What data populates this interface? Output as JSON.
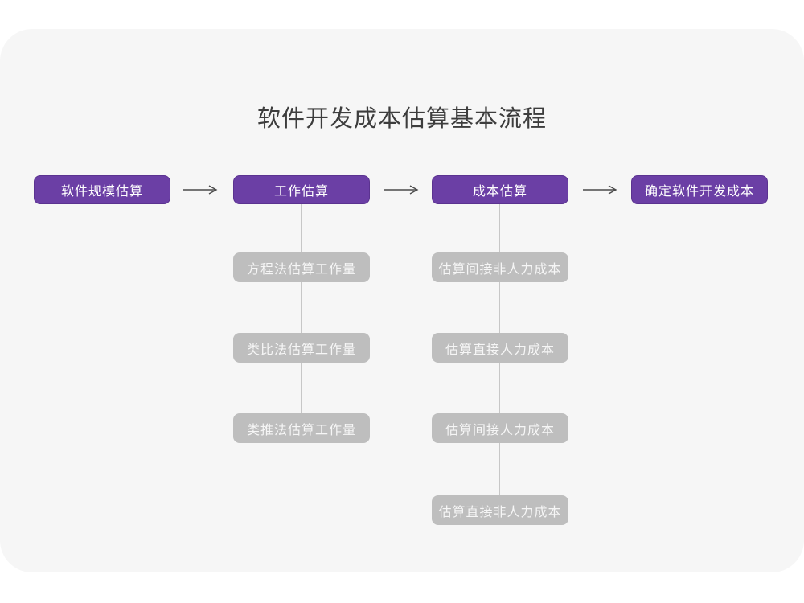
{
  "title": "软件开发成本估算基本流程",
  "flow": {
    "stages": [
      {
        "label": "软件规模估算",
        "substeps": []
      },
      {
        "label": "工作估算",
        "substeps": [
          "方程法估算工作量",
          "类比法估算工作量",
          "类推法估算工作量"
        ]
      },
      {
        "label": "成本估算",
        "substeps": [
          "估算间接非人力成本",
          "估算直接人力成本",
          "估算间接人力成本",
          "估算直接非人力成本"
        ]
      },
      {
        "label": "确定软件开发成本",
        "substeps": []
      }
    ],
    "arrow_glyph": "→"
  },
  "colors": {
    "page_bg": "#FFFFFF",
    "canvas_bg": "#F6F6F6",
    "stage_bg": "#6B3FA5",
    "stage_border": "#5B3390",
    "stage_text": "#FFFFFF",
    "substep_bg": "#BEBEBE",
    "substep_text": "#F6F6F6",
    "connector": "#C7C7C7",
    "arrow": "#4A4A4A",
    "title_text": "#3D3D3D"
  }
}
